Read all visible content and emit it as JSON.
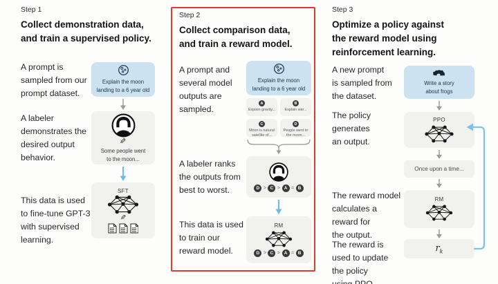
{
  "figure": {
    "name": "RLHF training pipeline diagram",
    "icons": [
      "moon-icon",
      "labeler-icon",
      "pencil-icon",
      "network-icon",
      "documents-icon",
      "frog-icon"
    ],
    "colors": {
      "accent_red": "#e0392e",
      "prompt_blue_bg": "#cce2f0",
      "box_gray_bg": "#f1f1ee",
      "arrow_blue": "#66bde6",
      "arrow_gray": "#9b9b99",
      "badge_dark": "#3a3a3e"
    },
    "pencil_glyph": "✎"
  },
  "step1": {
    "label": "Step 1",
    "title": "Collect demonstration data,\nand train a supervised policy.",
    "caption_prompt": "A prompt is\nsampled from our\nprompt dataset.",
    "caption_labeler": "A labeler\ndemonstrates the\ndesired output\nbehavior.",
    "caption_finetune": "This data is used\nto fine-tune GPT-3\nwith supervised\nlearning.",
    "prompt_text": "Explain the moon\nlanding to a 6 year old",
    "labeler_output": "Some people went\nto the moon...",
    "model_label": "SFT"
  },
  "step2": {
    "label": "Step 2",
    "title": "Collect comparison data,\nand train a reward model.",
    "caption_prompt": "A prompt and\nseveral model\noutputs are\nsampled.",
    "caption_rank": "A labeler ranks\nthe outputs from\nbest to worst.",
    "caption_train": "This data is used\nto train our\nreward model.",
    "prompt_text": "Explain the moon\nlanding to a 6 year old",
    "outputs": [
      {
        "badge": "A",
        "text": "Explain gravity..."
      },
      {
        "badge": "B",
        "text": "Explain war..."
      },
      {
        "badge": "C",
        "text": "Moon is natural\nsatellite of..."
      },
      {
        "badge": "D",
        "text": "People went to\nthe moon..."
      }
    ],
    "ranking": {
      "items": [
        "D",
        "C",
        "A",
        "B"
      ],
      "separators": [
        ">",
        ">",
        "="
      ]
    },
    "model_label": "RM"
  },
  "step3": {
    "label": "Step 3",
    "title": "Optimize a policy against\nthe reward model using\nreinforcement learning.",
    "caption_prompt": "A new prompt\nis sampled from\nthe dataset.",
    "caption_policy": "The policy\ngenerates\nan output.",
    "caption_reward": "The reward model\ncalculates a\nreward for\nthe output.",
    "caption_update": "The reward is\nused to update\nthe policy\nusing PPO.",
    "prompt_text": "Write a story\nabout frogs",
    "policy_label": "PPO",
    "output_text": "Once upon a time...",
    "rm_label": "RM",
    "reward_symbol_base": "r",
    "reward_symbol_sub": "k"
  }
}
